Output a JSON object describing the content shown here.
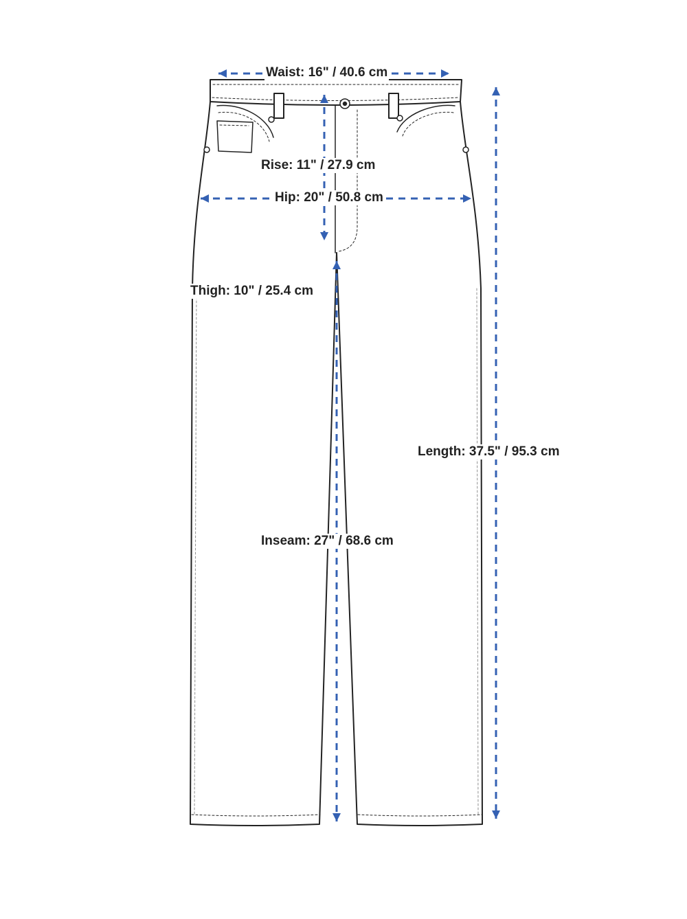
{
  "measurements": {
    "waist": "Waist: 16\" / 40.6 cm",
    "rise": "Rise: 11\" / 27.9 cm",
    "hip": "Hip: 20\" / 50.8 cm",
    "thigh": "Thigh: 10\" / 25.4 cm",
    "length": "Length: 37.5\" / 95.3 cm",
    "inseam": "Inseam: 27\" / 68.6 cm"
  },
  "colors": {
    "arrow": "#3461b3",
    "outline": "#222222",
    "background": "#ffffff"
  },
  "icons": [
    "jeans-outline",
    "button-icon",
    "rivet-icon",
    "coin-pocket-icon",
    "arrowhead-icon"
  ]
}
